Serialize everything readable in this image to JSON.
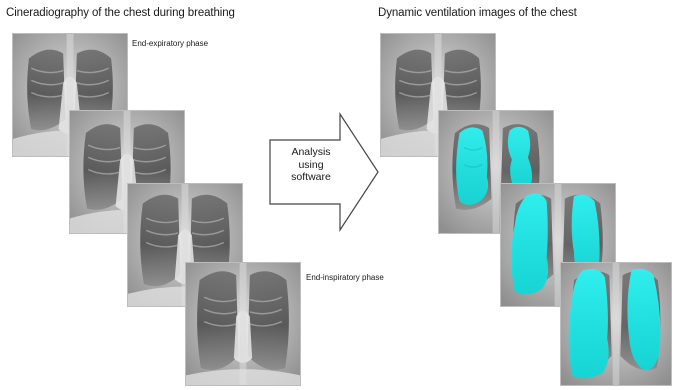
{
  "figure": {
    "left_title": "Cineradiography of the chest during breathing",
    "right_title": "Dynamic ventilation images of the chest",
    "expiratory_label": "End-expiratory phase",
    "inspiratory_label": "End-inspiratory phase",
    "arrow_text": [
      "Analysis",
      "using",
      "software"
    ],
    "colors": {
      "ventilation_overlay": "#19e6e6",
      "arrow_stroke": "#444444",
      "arrow_fill": "#ffffff"
    }
  }
}
